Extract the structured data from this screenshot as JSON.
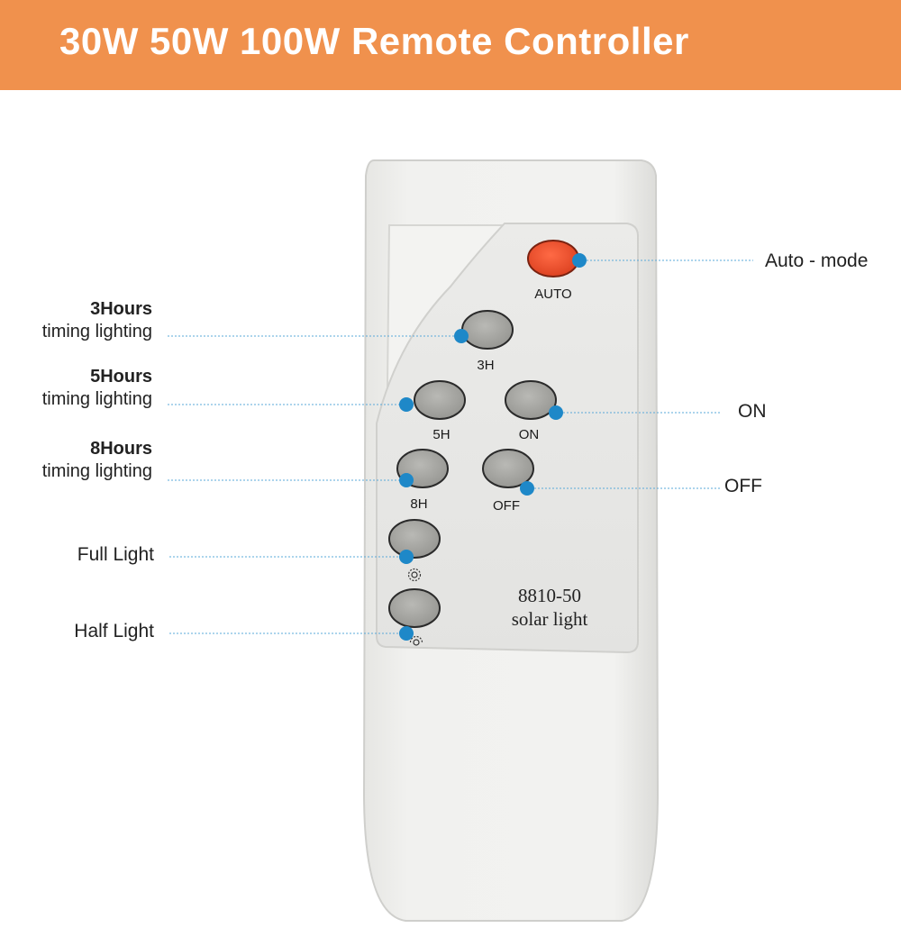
{
  "banner": {
    "title": "30W 50W 100W Remote Controller",
    "color": "#f0914d"
  },
  "remote": {
    "model": "8810-50",
    "subtitle": "solar light",
    "buttons": {
      "auto": "AUTO",
      "h3": "3H",
      "h5": "5H",
      "on": "ON",
      "h8": "8H",
      "off": "OFF"
    },
    "auto_color": "#ee4a2a",
    "button_color": "#a4a4a0"
  },
  "callouts": {
    "auto_mode": "Auto - mode",
    "h3_title": "3Hours",
    "h3_desc": "timing lighting",
    "h5_title": "5Hours",
    "h5_desc": "timing lighting",
    "h8_title": "8Hours",
    "h8_desc": "timing lighting",
    "on": "ON",
    "off": "OFF",
    "full_light": "Full Light",
    "half_light": "Half Light",
    "dot_color": "#1e88c8"
  }
}
